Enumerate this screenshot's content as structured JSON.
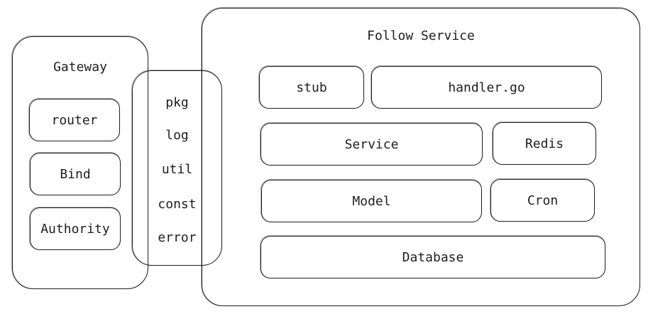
{
  "gateway": {
    "title": "Gateway",
    "modules": [
      "router",
      "Bind",
      "Authority"
    ]
  },
  "pkg": {
    "items": [
      "pkg",
      "log",
      "util",
      "const",
      "error"
    ]
  },
  "follow_service": {
    "title": "Follow Service",
    "stub": "stub",
    "handler": "handler.go",
    "service": "Service",
    "redis": "Redis",
    "model": "Model",
    "cron": "Cron",
    "database": "Database"
  }
}
